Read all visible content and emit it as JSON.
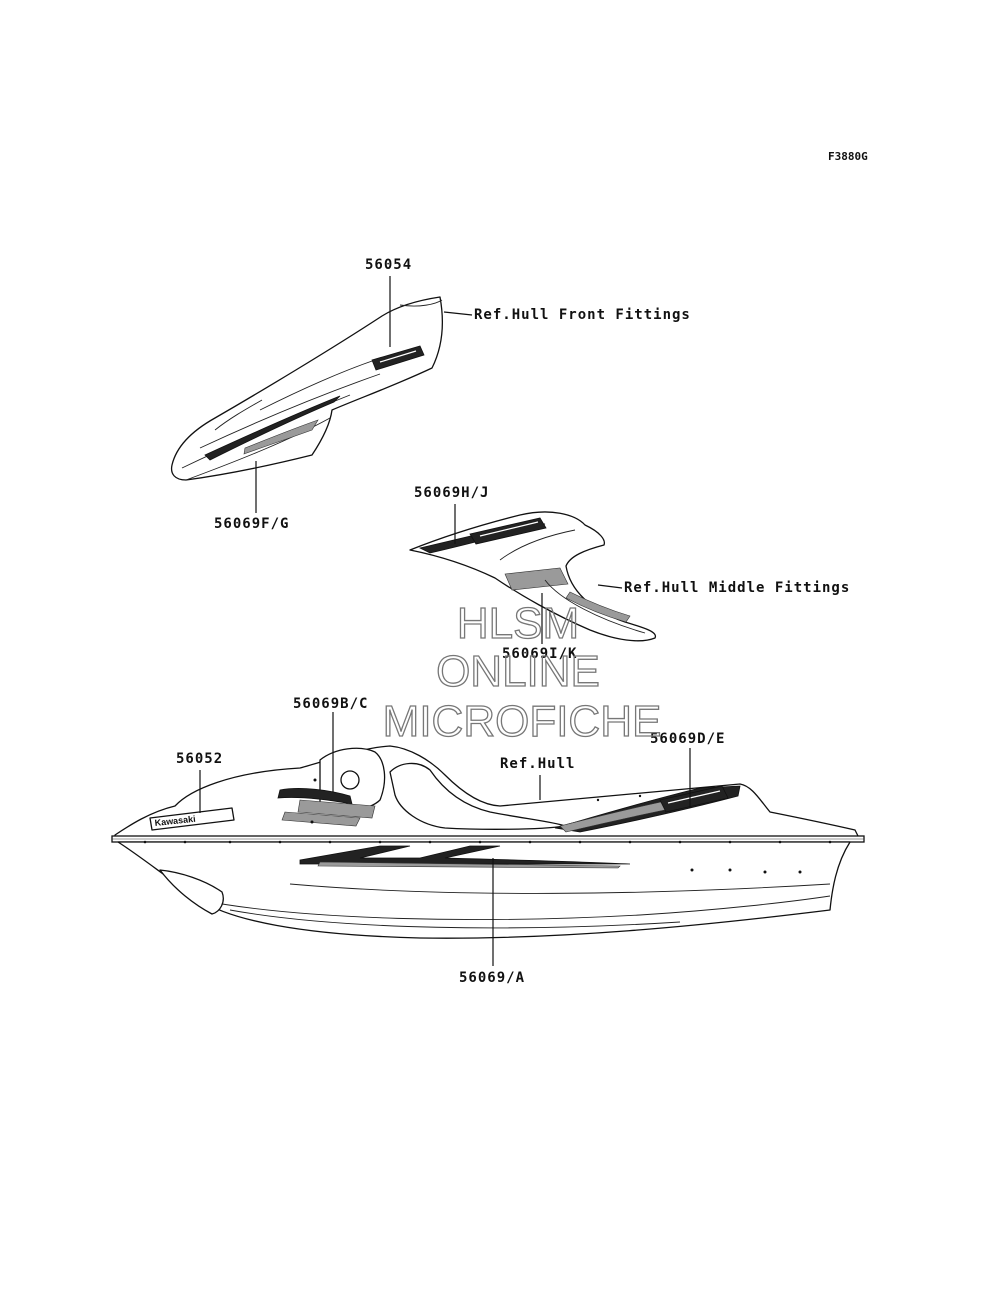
{
  "diagram_code": "F3880G",
  "parts": {
    "p56054": "56054",
    "p56069FG": "56069F/G",
    "p56069HJ": "56069H/J",
    "p56069IK": "56069I/K",
    "p56069BC": "56069B/C",
    "p56052": "56052",
    "p56069DE": "56069D/E",
    "p56069A": "56069/A"
  },
  "references": {
    "front": "Ref.Hull Front Fittings",
    "middle": "Ref.Hull Middle Fittings",
    "hull": "Ref.Hull"
  },
  "watermark": [
    "HLSM",
    "ONLINE",
    "MICROFICHE"
  ],
  "decal_text": {
    "kawasaki": "Kawasaki"
  }
}
